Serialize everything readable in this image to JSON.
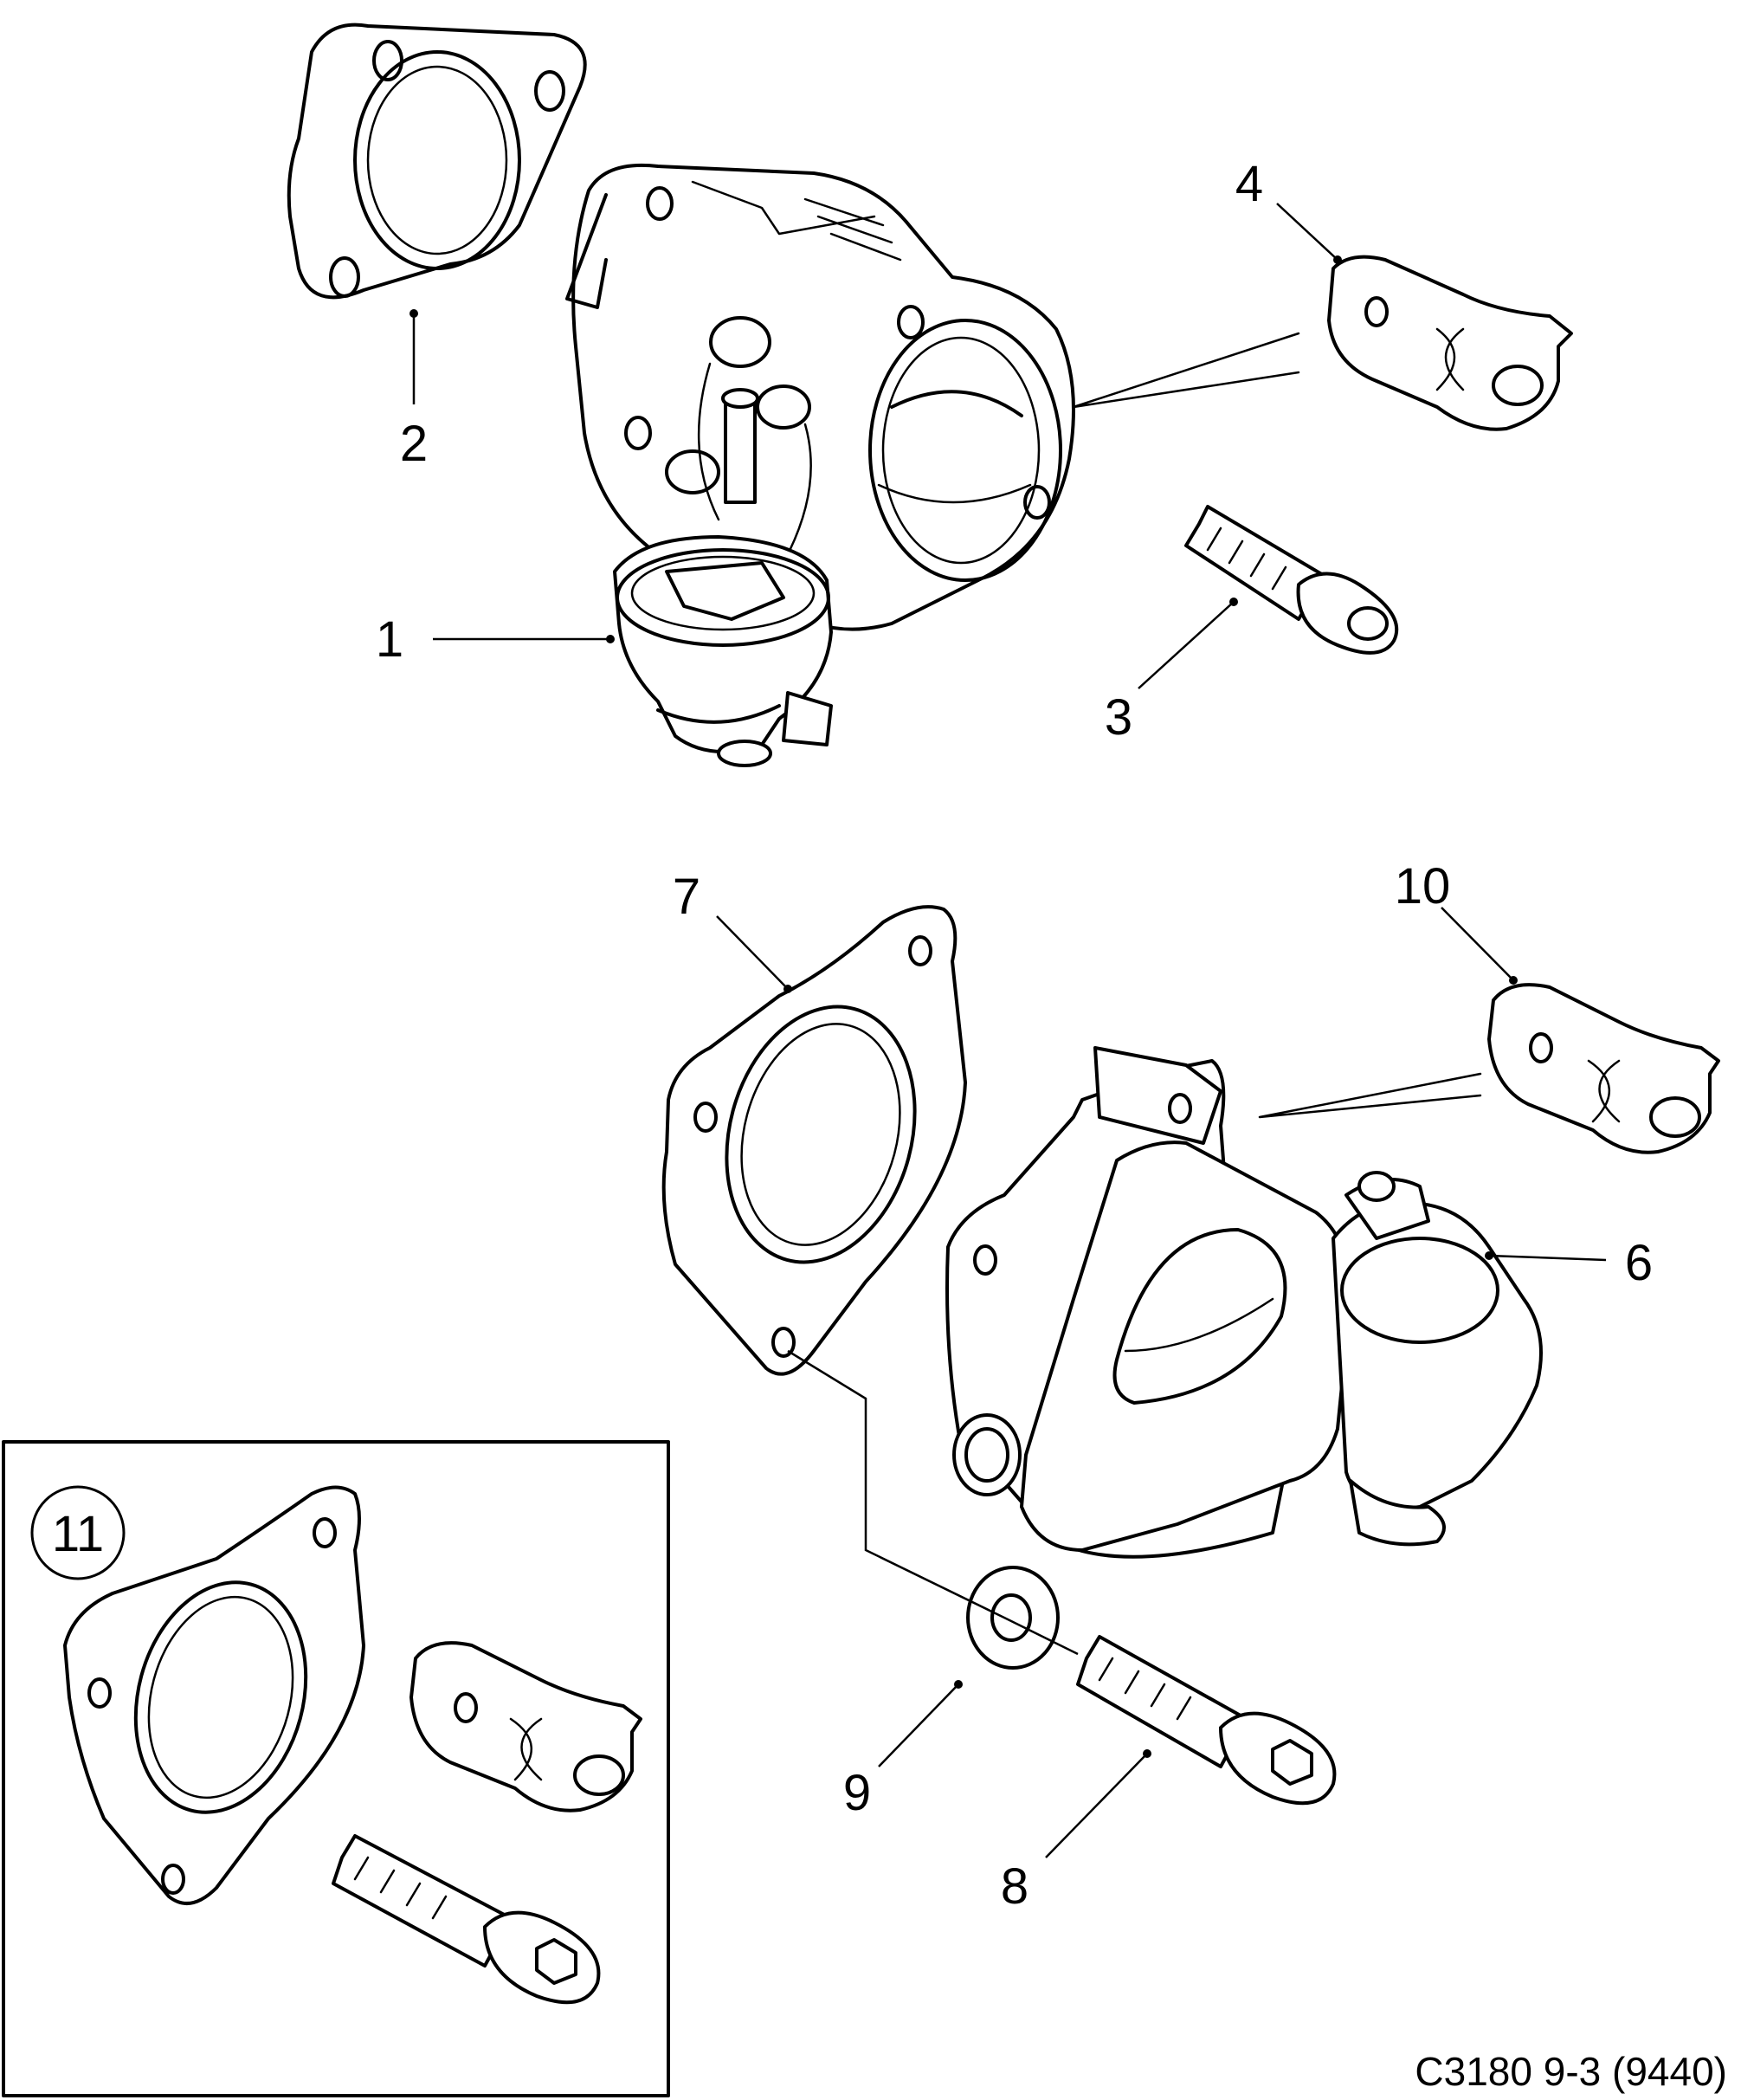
{
  "callouts": {
    "c1": "1",
    "c2": "2",
    "c3": "3",
    "c4": "4",
    "c6": "6",
    "c7": "7",
    "c8": "8",
    "c9": "9",
    "c10": "10",
    "c11": "11"
  },
  "figure_code": "C3180 9-3 (9440)"
}
